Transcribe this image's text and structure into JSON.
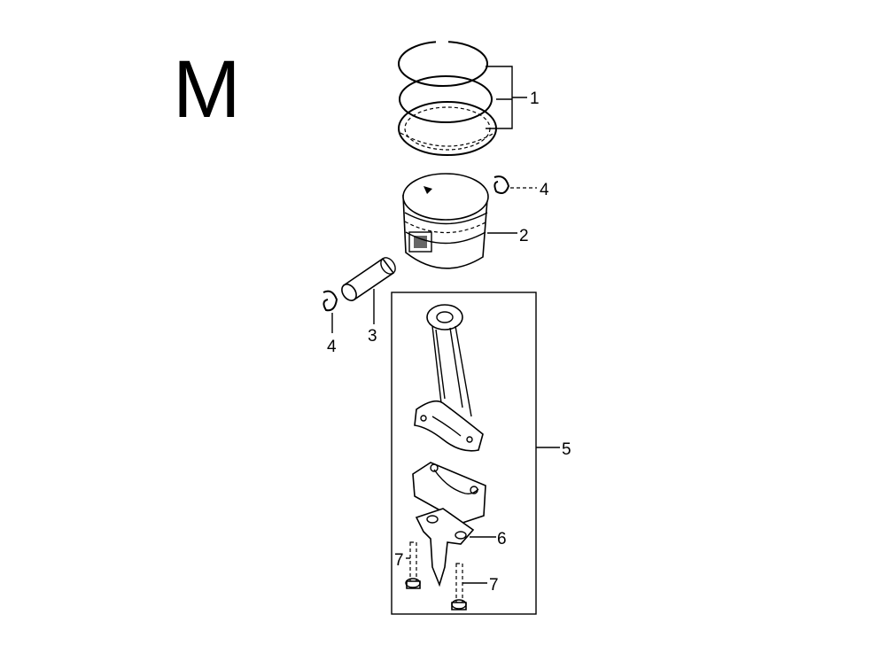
{
  "section_letter": "M",
  "callouts": {
    "piston_rings": "1",
    "piston": "2",
    "piston_pin": "3",
    "clip_right": "4",
    "clip_left": "4",
    "connecting_rod_assembly": "5",
    "rod_cap_plate": "6",
    "bolt_left": "7",
    "bolt_right": "7"
  }
}
